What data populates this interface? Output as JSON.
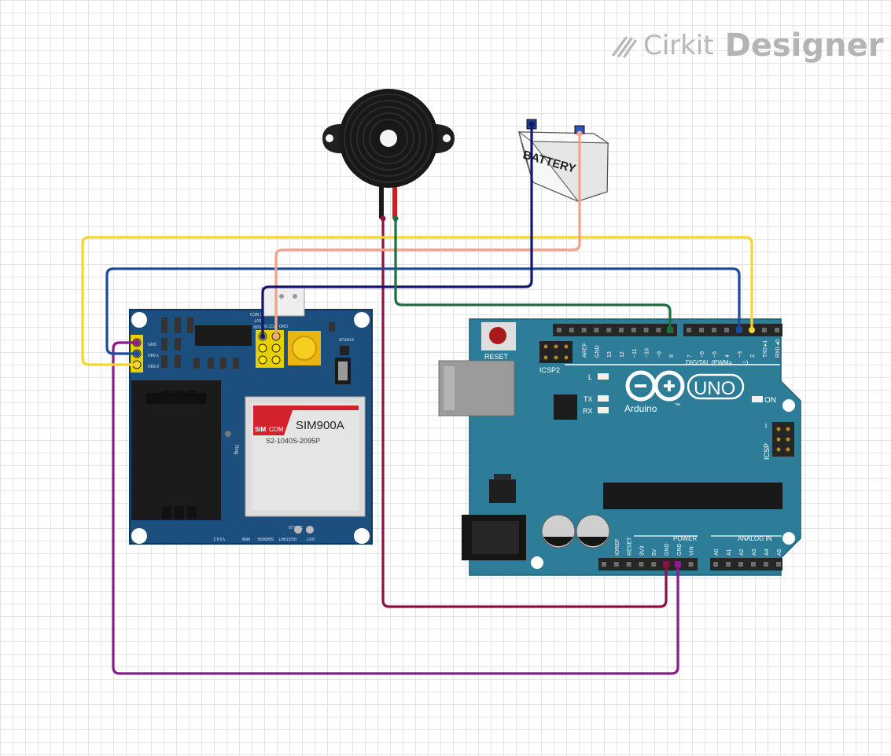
{
  "brand": {
    "cirkit": "Cirkit",
    "designer": "Designer"
  },
  "battery": {
    "label": "BATTERY"
  },
  "gsm": {
    "chip_brand": "SIM",
    "chip_brand2": "COM",
    "chip_model": "SIM900A",
    "chip_part": "S2-1040S-2095P",
    "date_code": "2014.10",
    "header_pins": [
      "GND",
      "DB9-1",
      "DB9-2"
    ],
    "power_pins": [
      "GND",
      "VCC",
      "5V"
    ],
    "top_labels": [
      "VCC MCU",
      "5VT",
      "5VR"
    ],
    "status": "STATUS",
    "ring": "Ring",
    "bottom_labels": [
      "V3.8.2",
      "MINI",
      "SIM900A",
      "RESTART",
      "RST"
    ]
  },
  "arduino": {
    "reset": "RESET",
    "icsp2": "ICSP2",
    "icsp": "ICSP",
    "icsp_one": "1",
    "led_l": "L",
    "led_tx": "TX",
    "led_rx": "RX",
    "on": "ON",
    "brand": "Arduino",
    "tm": "™",
    "model": "UNO",
    "digital": "DIGITAL (PWM=",
    "digital_tilde": "~)",
    "power": "POWER",
    "analog": "ANALOG IN",
    "pins_left": [
      "AREF",
      "GND",
      "13",
      "12",
      "~11",
      "~10",
      "~9",
      "8"
    ],
    "pins_right": [
      "7",
      "~6",
      "~5",
      "4",
      "~3",
      "2",
      "TX0 ▸1",
      "RX0 ◂0"
    ],
    "pins_power": [
      "IOREF",
      "RESET",
      "3V3",
      "5V",
      "GND",
      "GND",
      "VIN"
    ],
    "pins_analog": [
      "A0",
      "A1",
      "A2",
      "A3",
      "A4",
      "A5"
    ]
  },
  "wire_colors": {
    "yellow": "#f6d530",
    "blue": "#1c4a9e",
    "salmon": "#f4a08a",
    "navy": "#14166e",
    "green": "#1c6f3d",
    "maroon": "#8a1244",
    "purple": "#8a1a8e"
  }
}
